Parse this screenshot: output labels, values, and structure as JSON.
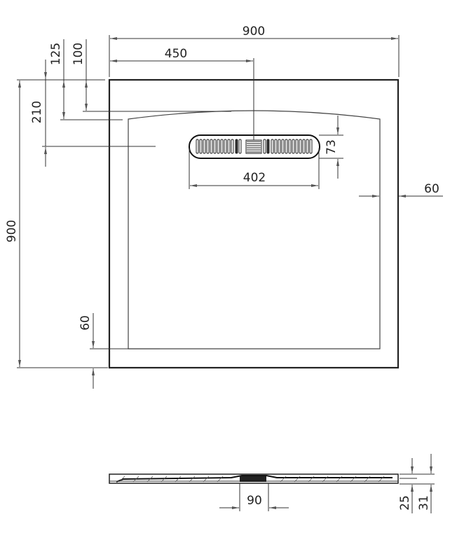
{
  "drawing": {
    "subject": "shower tray dimension drawing",
    "plan_view": {
      "overall_width": "900",
      "overall_depth": "900",
      "drain_center_offset": "450",
      "drain_length": "402",
      "drain_width": "73",
      "rim_width_right": "60",
      "rim_width_bottom": "60",
      "offset_100": "100",
      "offset_125": "125",
      "offset_210": "210"
    },
    "section_view": {
      "drain_opening": "90",
      "edge_height": "25",
      "total_height": "31"
    }
  }
}
